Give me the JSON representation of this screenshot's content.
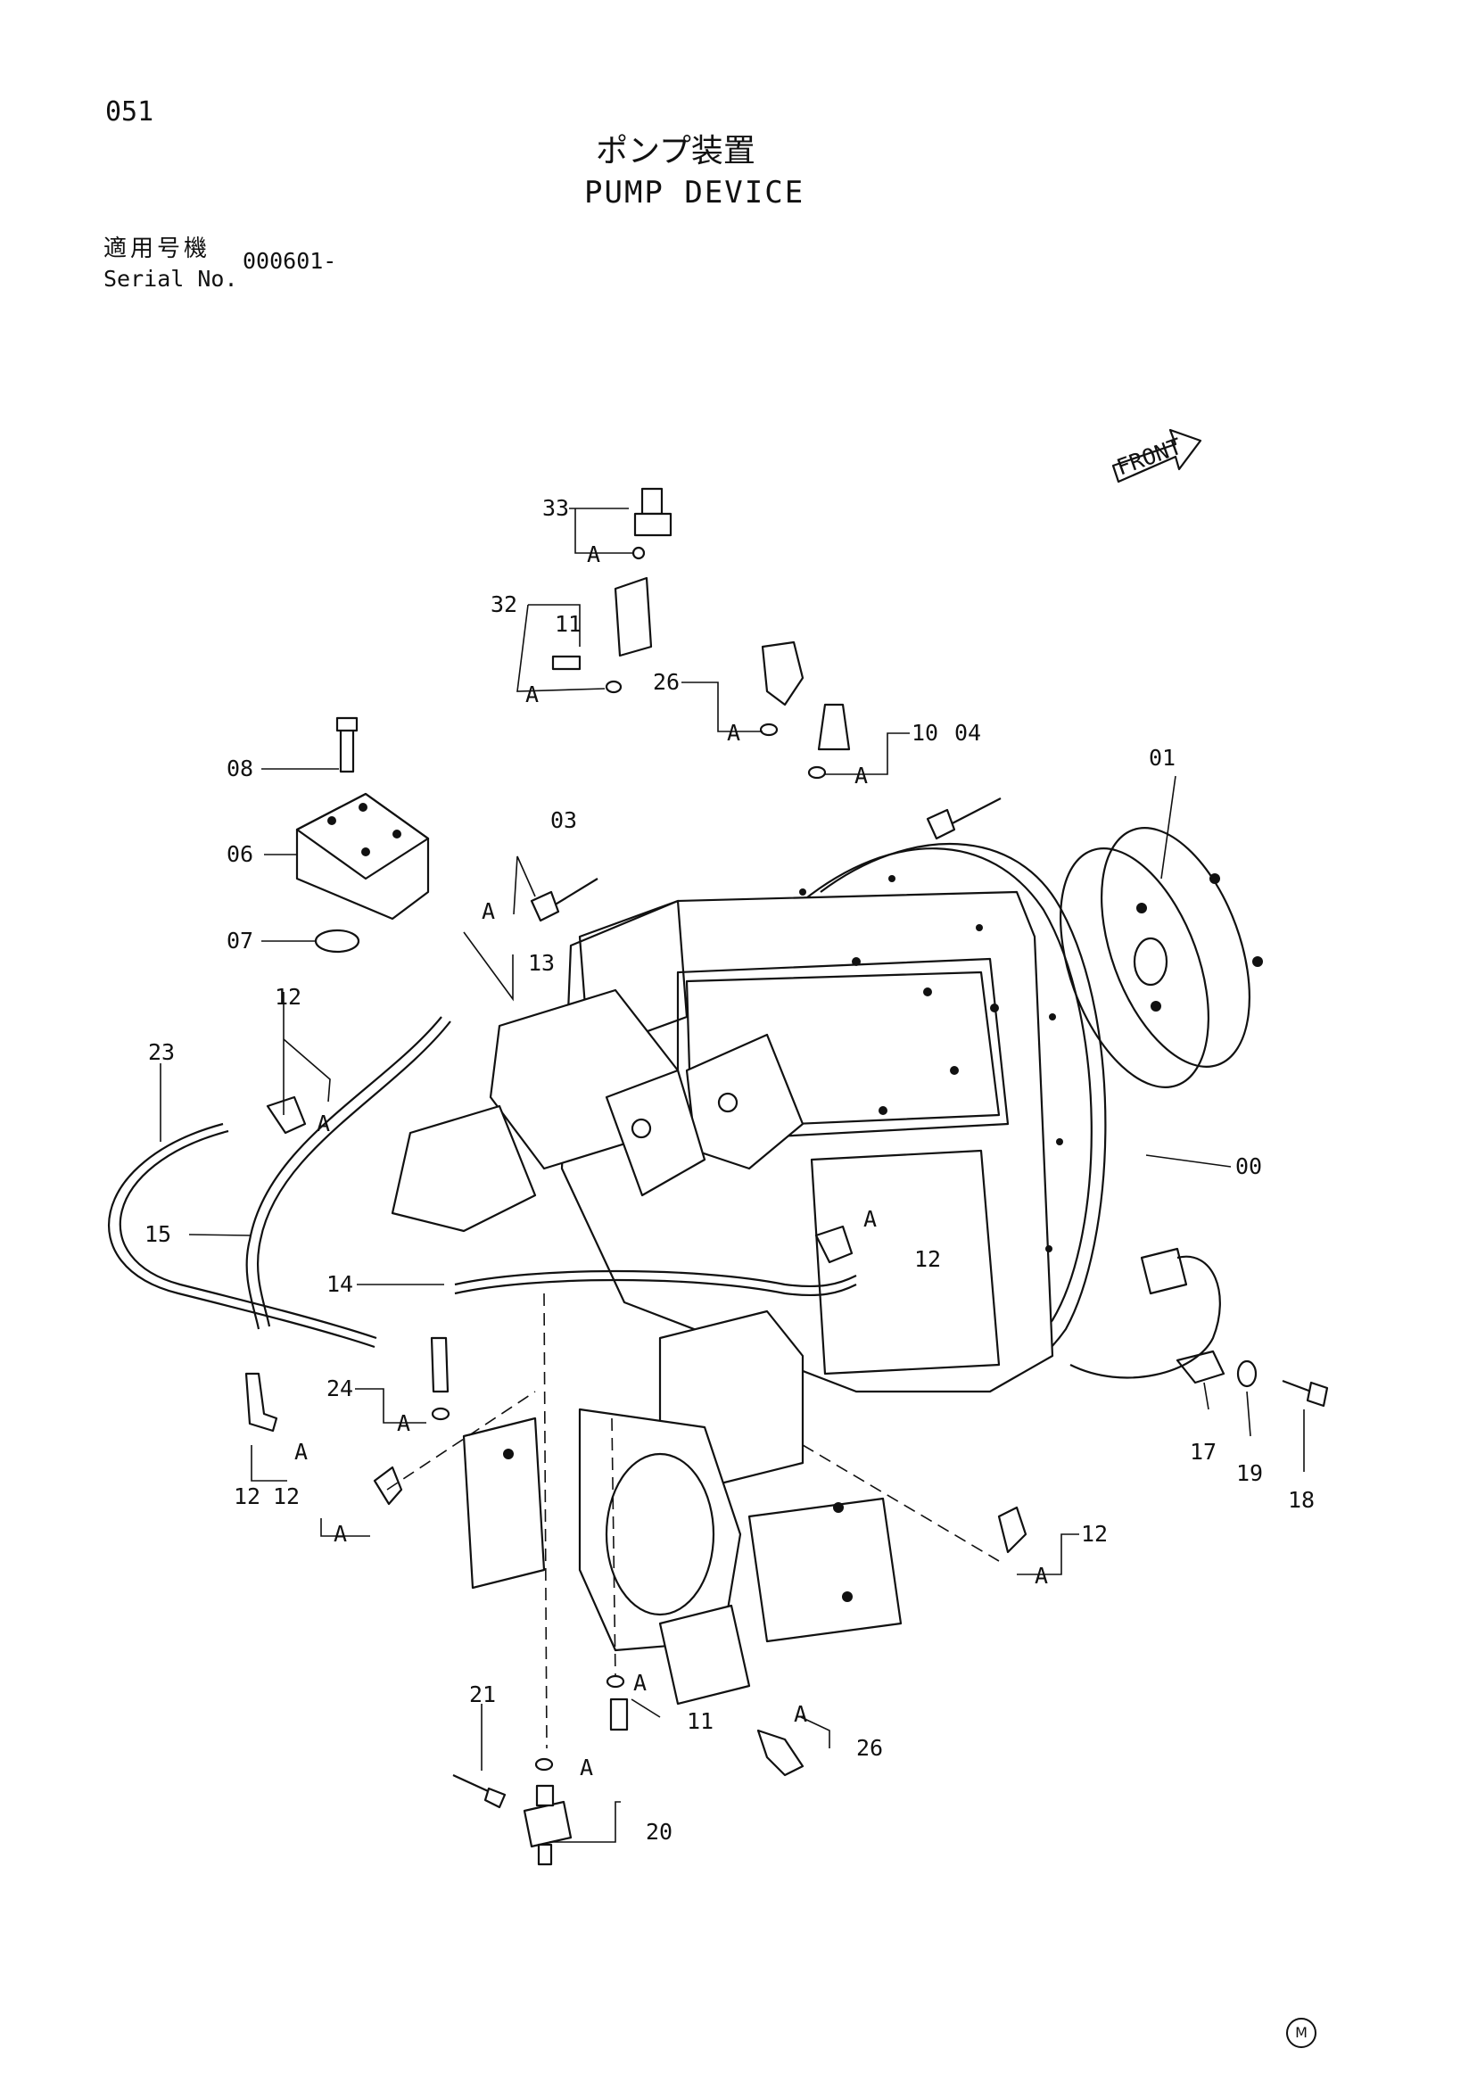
{
  "header": {
    "page_number": "051",
    "title_jp": "ポンプ装置",
    "title_en": "PUMP DEVICE",
    "serial_label_jp": "適用号機",
    "serial_label_en": "Serial No.",
    "serial_value": "000601-"
  },
  "front_marker": "FRONT",
  "ref_letter": "A",
  "callouts": [
    "33",
    "32",
    "11",
    "26",
    "10",
    "04",
    "01",
    "08",
    "06",
    "03",
    "07",
    "13",
    "12",
    "23",
    "15",
    "00",
    "14",
    "24",
    "12",
    "12",
    "17",
    "19",
    "18",
    "21",
    "20",
    "11",
    "26"
  ],
  "footer_mark": "M"
}
